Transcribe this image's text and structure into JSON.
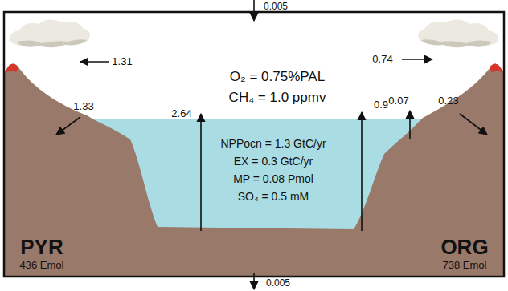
{
  "diagram": {
    "labels": [
      "0.005",
      "1.31",
      "0.74",
      "O₂ = 0.75%PAL",
      "CH₄ = 1.0 ppmv",
      "1.33",
      "2.64",
      "0.9",
      "0.07",
      "0.23",
      "NPPocn = 1.3 GtC/yr",
      "EX = 0.3 GtC/yr",
      "MP = 0.08 Pmol",
      "SO₄ = 0.5 mM",
      "PYR",
      "436 Emol",
      "ORG",
      "738 Emol",
      "0.005"
    ]
  }
}
